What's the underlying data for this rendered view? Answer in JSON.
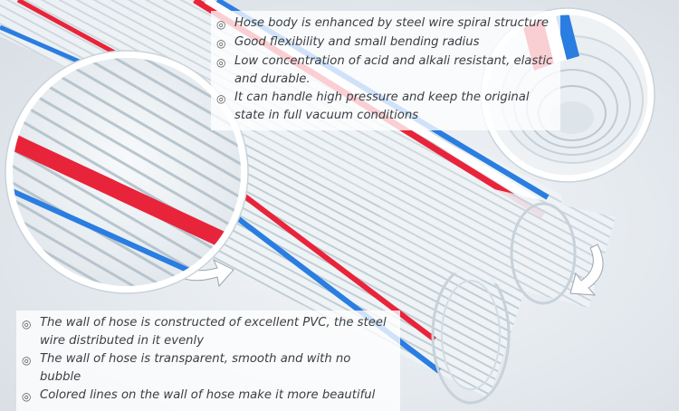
{
  "bullet_glyph": "◎",
  "colors": {
    "stripe_red": "#e8243a",
    "stripe_blue": "#2a7de1",
    "wire": "#b9c6cf",
    "hose_clear": "#eef3f6"
  },
  "top_features": [
    {
      "text": "Hose body is enhanced by steel wire spiral structure"
    },
    {
      "text": "Good flexibility and small bending radius"
    },
    {
      "text": "Low concentration of acid and alkali resistant, elastic and durable."
    },
    {
      "text": "It can handle high pressure and keep the original state in full vacuum conditions"
    }
  ],
  "bottom_features": [
    {
      "text": "The wall of hose is constructed of excellent PVC, the steel wire distributed in it evenly"
    },
    {
      "text": "The wall of hose is transparent, smooth and with no bubble"
    },
    {
      "text": "Colored lines on the wall of hose make it more beautiful"
    }
  ]
}
